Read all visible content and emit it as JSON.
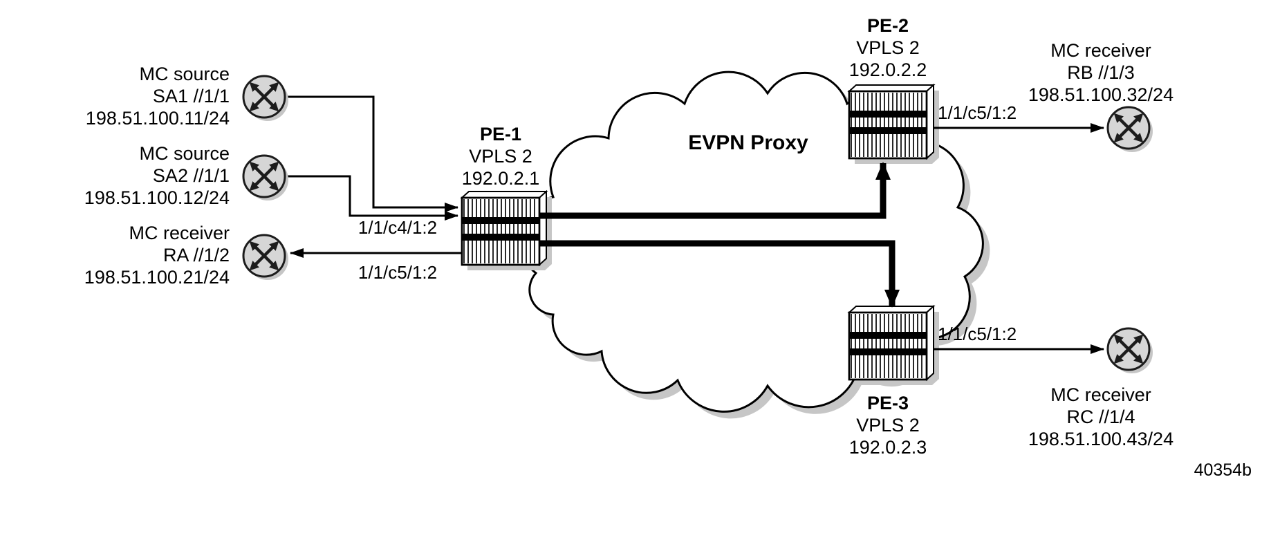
{
  "figure_id": "40354b",
  "cloud": {
    "label": "EVPN Proxy",
    "icon": "network-cloud"
  },
  "nodes": {
    "sa1": {
      "role": "MC source",
      "id": "SA1 //1/1",
      "ip": "198.51.100.11/24",
      "icon": "router-x-icon"
    },
    "sa2": {
      "role": "MC source",
      "id": "SA2 //1/1",
      "ip": "198.51.100.12/24",
      "icon": "router-x-icon"
    },
    "ra": {
      "role": "MC receiver",
      "id": "RA //1/2",
      "ip": "198.51.100.21/24",
      "icon": "router-x-icon"
    },
    "rb": {
      "role": "MC receiver",
      "id": "RB //1/3",
      "ip": "198.51.100.32/24",
      "icon": "router-x-icon"
    },
    "rc": {
      "role": "MC receiver",
      "id": "RC //1/4",
      "ip": "198.51.100.43/24",
      "icon": "router-x-icon"
    },
    "pe1": {
      "name": "PE-1",
      "service": "VPLS 2",
      "ip": "192.0.2.1",
      "icon": "chassis-stripes-icon"
    },
    "pe2": {
      "name": "PE-2",
      "service": "VPLS 2",
      "ip": "192.0.2.2",
      "icon": "chassis-stripes-icon"
    },
    "pe3": {
      "name": "PE-3",
      "service": "VPLS 2",
      "ip": "192.0.2.3",
      "icon": "chassis-stripes-icon"
    }
  },
  "ports": {
    "pe1_ingress": "1/1/c4/1:2",
    "pe1_egress": "1/1/c5/1:2",
    "pe2_egress": "1/1/c5/1:2",
    "pe3_egress": "1/1/c5/1:2"
  },
  "links": [
    {
      "from": "SA1",
      "to": "PE-1",
      "port": "1/1/c4/1:2",
      "style": "thin-arrow"
    },
    {
      "from": "SA2",
      "to": "PE-1",
      "port": "1/1/c4/1:2",
      "style": "thin-arrow"
    },
    {
      "from": "PE-1",
      "to": "RA",
      "port": "1/1/c5/1:2",
      "style": "thin-arrow"
    },
    {
      "from": "PE-1",
      "to": "PE-2",
      "style": "thick-arrow"
    },
    {
      "from": "PE-1",
      "to": "PE-3",
      "style": "thick-arrow"
    },
    {
      "from": "PE-2",
      "to": "RB",
      "port": "1/1/c5/1:2",
      "style": "thin-arrow"
    },
    {
      "from": "PE-3",
      "to": "RC",
      "port": "1/1/c5/1:2",
      "style": "thin-arrow"
    }
  ],
  "colors": {
    "line": "#000000",
    "text": "#000000",
    "shadow": "#c6c6c6",
    "node_fill": "#d6d6d6",
    "chassis_fill": "#ffffff",
    "background": "#ffffff"
  }
}
